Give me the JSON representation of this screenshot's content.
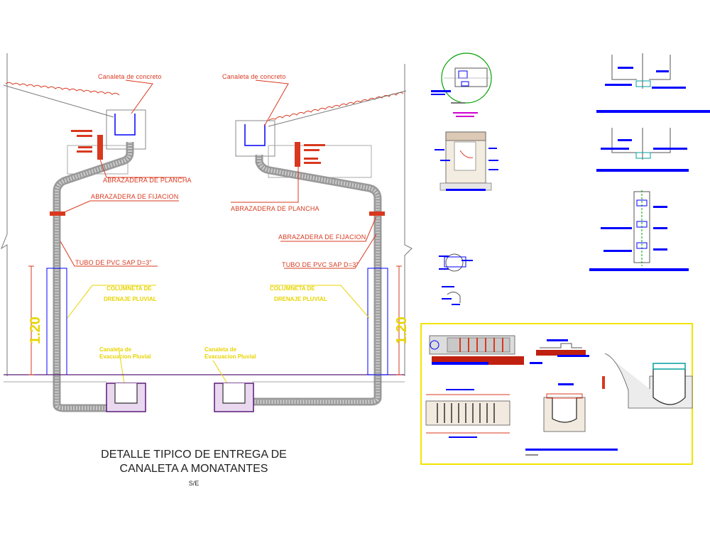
{
  "colors": {
    "annotation_red": "#d9381e",
    "annotation_yellow": "#e8d400",
    "detail_blue": "#0000ff",
    "drain_box_purple": "#5a1a7a",
    "panel_border_yellow": "#f2e400",
    "title_text": "#222222"
  },
  "left_detail": {
    "canaleta_label": "Canaleta de concreto",
    "abrazadera_plancha": "ABRAZADERA DE PLANCHA",
    "abrazadera_fijacion": "ABRAZADERA DE FIJACION",
    "tubo_label": "TUBO DE PVC SAP D=3\"",
    "columneta_l1": "COLUMNETA DE",
    "columneta_l2": "DRENAJE PLUVIAL",
    "evac_l1": "Canaleta de",
    "evac_l2": "Evacuacion Pluvial",
    "dimension": "1.20"
  },
  "right_detail": {
    "canaleta_label": "Canaleta de concreto",
    "abrazadera_plancha": "ABRAZADERA DE PLANCHA",
    "abrazadera_fijacion": "ABRAZADERA DE FIJACION",
    "tubo_label": "TUBO DE PVC SAP D=3\"",
    "columneta_l1": "COLUMNETA DE",
    "columneta_l2": "DRENAJE PLUVIAL",
    "evac_l1": "Canaleta de",
    "evac_l2": "Evacuacion Pluvial",
    "dimension": "1.20"
  },
  "title": {
    "line1": "DETALLE TIPICO DE ENTREGA DE",
    "line2": "CANALETA A MONATANTES",
    "scale": "S/E"
  }
}
